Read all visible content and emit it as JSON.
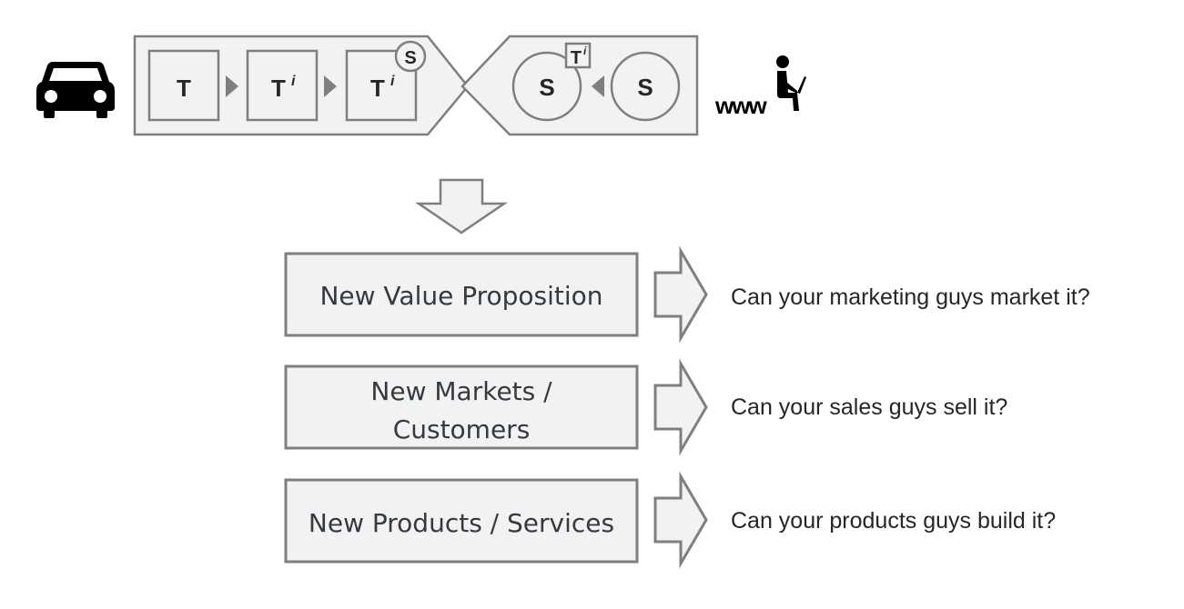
{
  "colors": {
    "shape_fill": "#f2f2f2",
    "shape_stroke": "#7f7f7f",
    "icon": "#000000",
    "text": "#262626"
  },
  "top_flow": {
    "left_icon": "car-icon",
    "right_icon": "www-person-laptop-icon",
    "left_panel": {
      "boxes": [
        {
          "label": "T",
          "superscript": ""
        },
        {
          "label": "T",
          "superscript": "i"
        },
        {
          "label": "T",
          "superscript": "i",
          "badge": "S"
        }
      ]
    },
    "right_panel": {
      "circles": [
        {
          "label": "S",
          "badge": "T",
          "badge_superscript": "i"
        },
        {
          "label": "S"
        }
      ]
    }
  },
  "down_arrow": "down-arrow-icon",
  "rows": [
    {
      "box": "New Value Proposition",
      "question": "Can your marketing guys market it?"
    },
    {
      "box_line1": "New Markets /",
      "box_line2": "Customers",
      "question": "Can your sales guys sell it?"
    },
    {
      "box": "New Products / Services",
      "question": "Can your products guys build it?"
    }
  ]
}
